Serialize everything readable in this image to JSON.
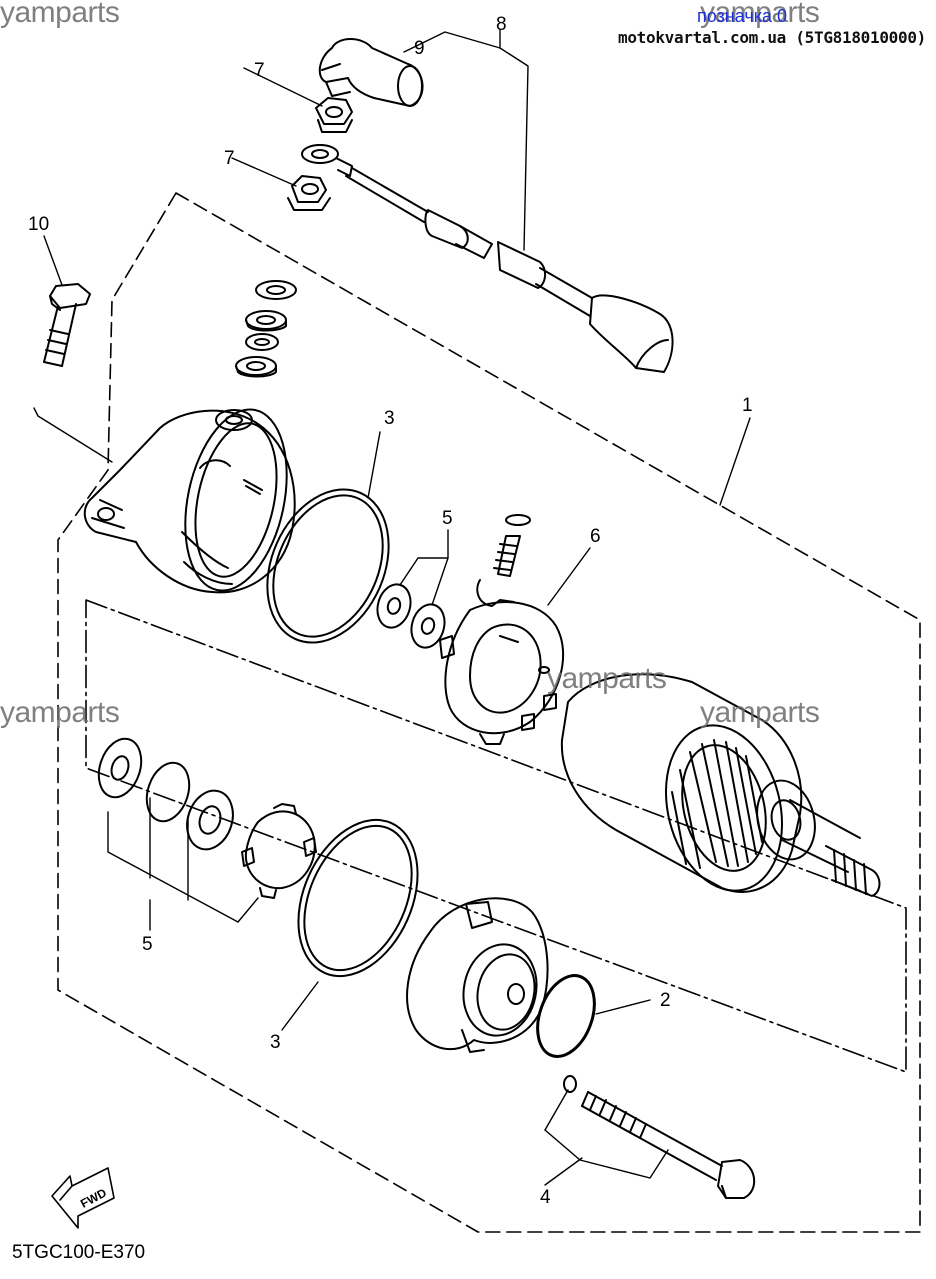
{
  "watermarks": {
    "top_left": "yamparts",
    "top_right": "yamparts",
    "mid_left": "yamparts",
    "mid_center": "yamparts",
    "mid_right": "yamparts"
  },
  "header": {
    "link_text": "позначка 0",
    "source_text": "motokvartal.com.ua (5TG818010000)"
  },
  "diagram_code": "5TGC100-E370",
  "callouts": {
    "c1": "1",
    "c2": "2",
    "c3_top": "3",
    "c3_bottom": "3",
    "c4": "4",
    "c5_top": "5",
    "c5_bottom": "5",
    "c6": "6",
    "c7_top": "7",
    "c7_bottom": "7",
    "c8": "8",
    "c9": "9",
    "c10": "10"
  },
  "fwd_label": "FWD"
}
